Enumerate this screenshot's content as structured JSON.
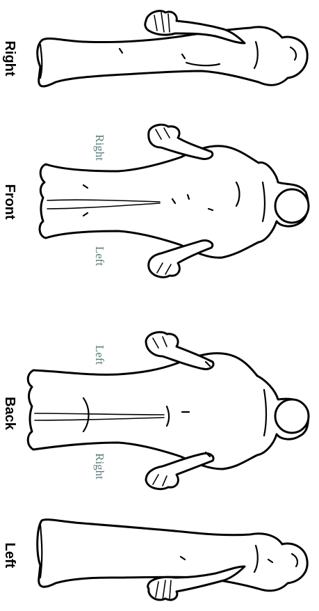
{
  "views": [
    {
      "id": "right",
      "label": "Right"
    },
    {
      "id": "front",
      "label": "Front",
      "side_labels": {
        "upper": "Right",
        "lower": "Left"
      }
    },
    {
      "id": "back",
      "label": "Back",
      "side_labels": {
        "upper": "Left",
        "lower": "Right"
      }
    },
    {
      "id": "left",
      "label": "Left"
    }
  ],
  "colors": {
    "outline": "#000000",
    "side_label": "#5a7f7a",
    "background": "#ffffff"
  }
}
